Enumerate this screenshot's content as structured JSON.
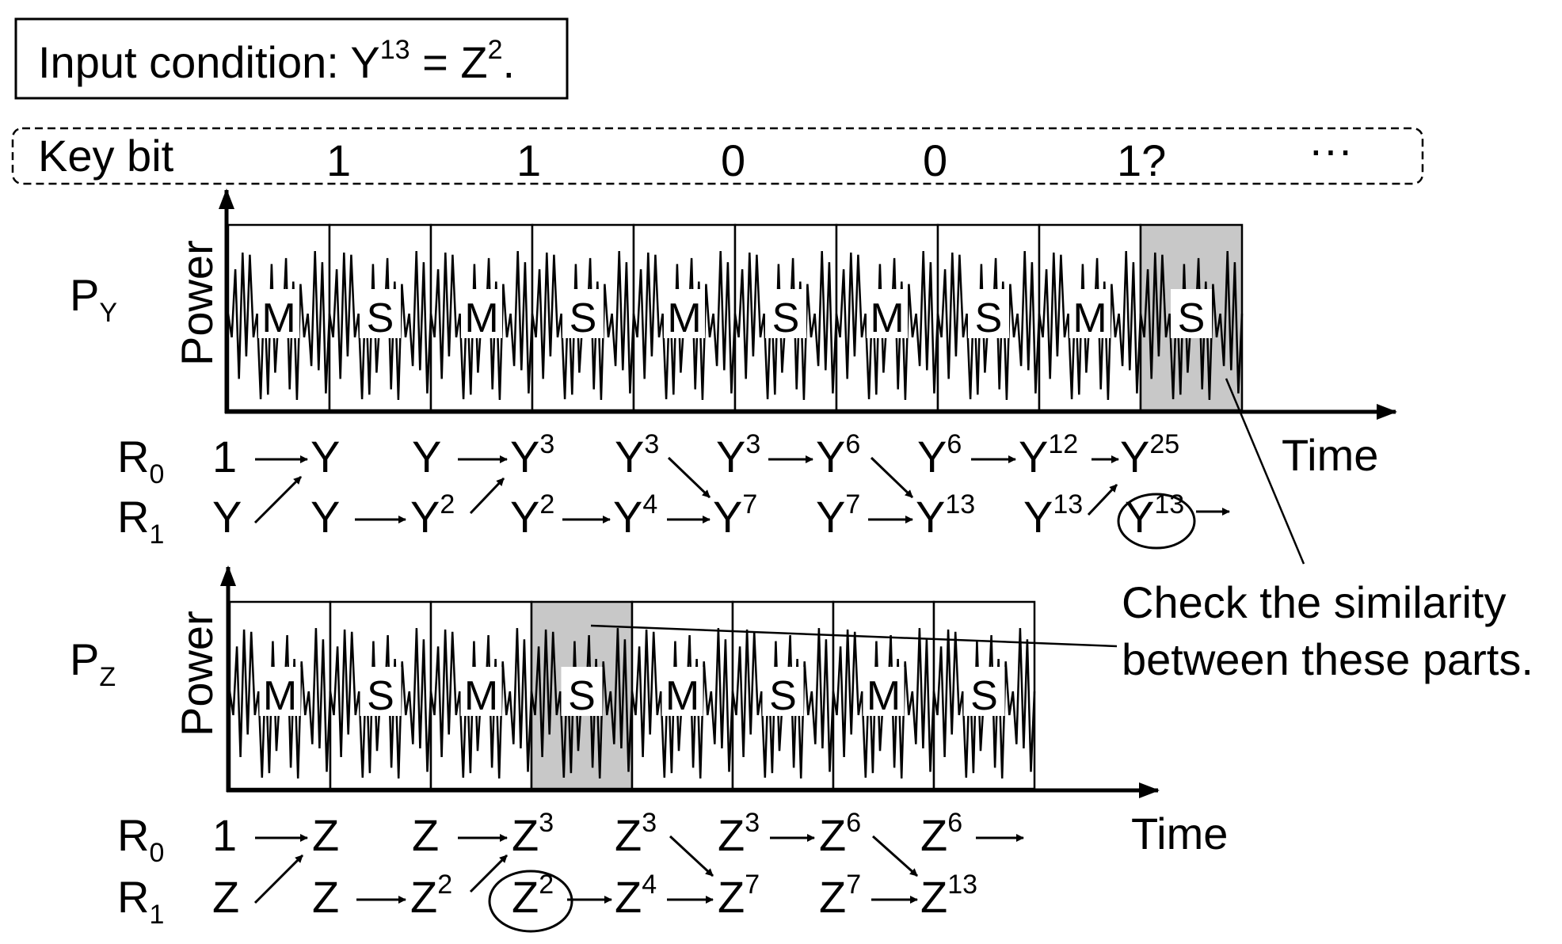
{
  "input_condition": {
    "prefix": "Input condition: Y",
    "exp1": "13",
    "mid": " = Z",
    "exp2": "2",
    "suffix": "."
  },
  "key_bits": {
    "label": "Key bit",
    "bits": [
      "1",
      "1",
      "0",
      "0",
      "1?",
      "···"
    ]
  },
  "trace_y": {
    "name": "P",
    "sub": "Y",
    "axis_y": "Power",
    "axis_x": "Time",
    "ops": [
      "M",
      "S",
      "M",
      "S",
      "M",
      "S",
      "M",
      "S",
      "M",
      "S"
    ],
    "highlight_index": 9
  },
  "trace_z": {
    "name": "P",
    "sub": "Z",
    "axis_y": "Power",
    "axis_x": "Time",
    "ops": [
      "M",
      "S",
      "M",
      "S",
      "M",
      "S",
      "M",
      "S"
    ],
    "highlight_index": 3
  },
  "registers": {
    "r0": "R",
    "r0_sub": "0",
    "r1": "R",
    "r1_sub": "1"
  },
  "y_sequence": {
    "one": "1",
    "base": "Y",
    "e3": "3",
    "e6": "6",
    "e12": "12",
    "e25": "25",
    "e2": "2",
    "e4": "4",
    "e7": "7",
    "e13": "13"
  },
  "z_sequence": {
    "one": "1",
    "base": "Z",
    "e3": "3",
    "e6": "6",
    "e2": "2",
    "e4": "4",
    "e7": "7",
    "e13": "13"
  },
  "annotation": {
    "line1": "Check the similarity",
    "line2": "between these parts."
  },
  "colors": {
    "highlight": "#c8c8c8",
    "ink": "#000000"
  }
}
